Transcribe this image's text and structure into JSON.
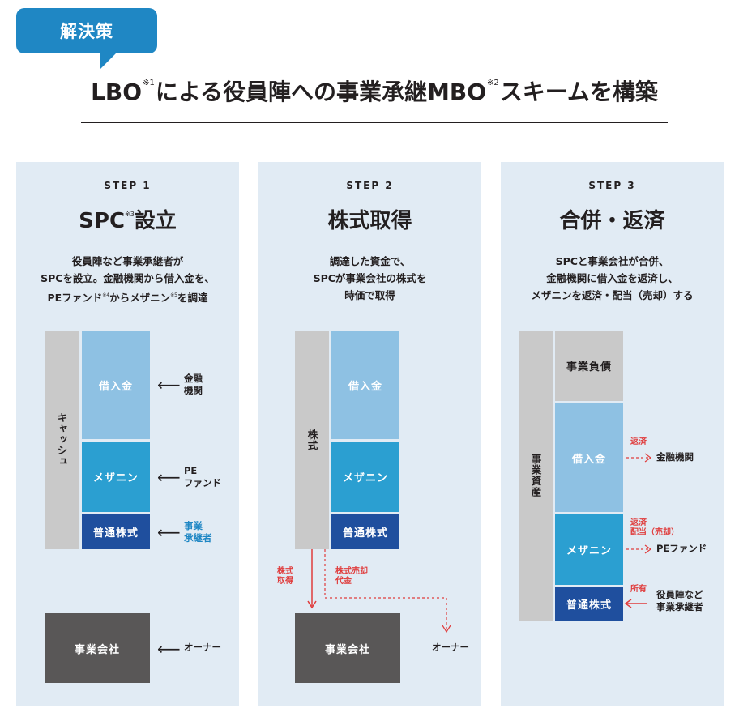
{
  "header": {
    "tag": "解決策",
    "title_parts": [
      "LBO",
      "※1",
      "による役員陣への事業承継MBO",
      "※2",
      "スキームを構築"
    ]
  },
  "steps": [
    {
      "step": "STEP 1",
      "title": "SPC",
      "title_note": "※3",
      "title_rest": "設立",
      "desc_line1": "役員陣など事業承継者が",
      "desc_line2": "SPCを設立。金融機関から借入金を、",
      "desc_line3_a": "PEファンド",
      "desc_line3_note1": "※4",
      "desc_line3_b": "からメザニン",
      "desc_line3_note2": "※5",
      "desc_line3_c": "を調達",
      "cash": "キャッシュ",
      "loan": "借入金",
      "mezz": "メザニン",
      "stock": "普通株式",
      "src_bank": [
        "金融",
        "機関"
      ],
      "src_pe": [
        "PE",
        "ファンド"
      ],
      "src_heir": [
        "事業",
        "承継者"
      ],
      "company": "事業会社",
      "owner": "オーナー"
    },
    {
      "step": "STEP 2",
      "title": "株式取得",
      "desc_line1": "調達した資金で、",
      "desc_line2": "SPCが事業会社の株式を",
      "desc_line3": "時価で取得",
      "shares": "株式",
      "loan": "借入金",
      "mezz": "メザニン",
      "stock": "普通株式",
      "acq": [
        "株式",
        "取得"
      ],
      "sale": [
        "株式売却",
        "代金"
      ],
      "company": "事業会社",
      "owner": "オーナー"
    },
    {
      "step": "STEP 3",
      "title": "合併・返済",
      "desc_line1": "SPCと事業会社が合併、",
      "desc_line2": "金融機関に借入金を返済し、",
      "desc_line3": "メザニンを返済・配当（売却）する",
      "assets": "事業資産",
      "liab": "事業負債",
      "loan": "借入金",
      "mezz": "メザニン",
      "stock": "普通株式",
      "repay": "返済",
      "bank": "金融機関",
      "repay2": [
        "返済",
        "配当（売却）"
      ],
      "pe": "PEファンド",
      "own": "所有",
      "heir": [
        "役員陣など",
        "事業承継者"
      ]
    }
  ]
}
